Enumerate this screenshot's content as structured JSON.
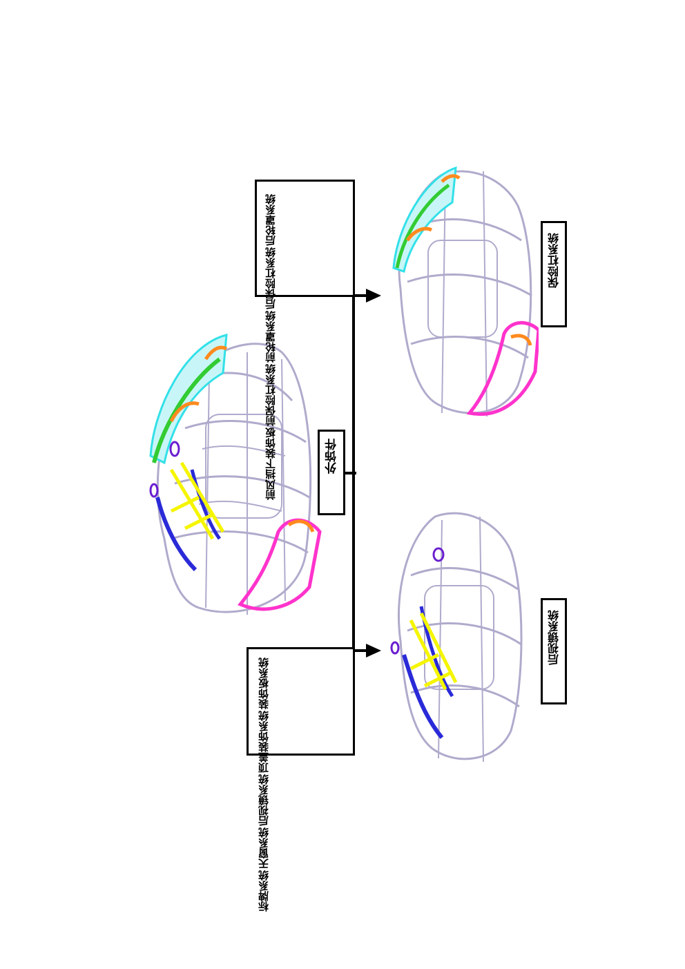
{
  "diagram": {
    "root": {
      "label": "外饰件"
    },
    "branches": [
      {
        "title": "后视镜系统",
        "items": [
          "标牌系统",
          "天窗系统",
          "后视镜系统",
          "顶盖装饰系统",
          "装饰板系统"
        ]
      },
      {
        "title": "保险杠系统",
        "items": [
          "前风挡下装饰板",
          "前保险杠系统",
          "前轮罩系统",
          "后保险杠系统",
          "后轮罩系统"
        ]
      }
    ]
  },
  "colors": {
    "wire": "#b0aacc",
    "front_bumper": "#ff33cc",
    "front_cover": "#33e0e8",
    "green_part": "#33cc33",
    "orange_part": "#ff8a1e",
    "blue_part": "#2a2ad8",
    "yellow_part": "#f5f500",
    "purple_part": "#6a1fd0"
  }
}
